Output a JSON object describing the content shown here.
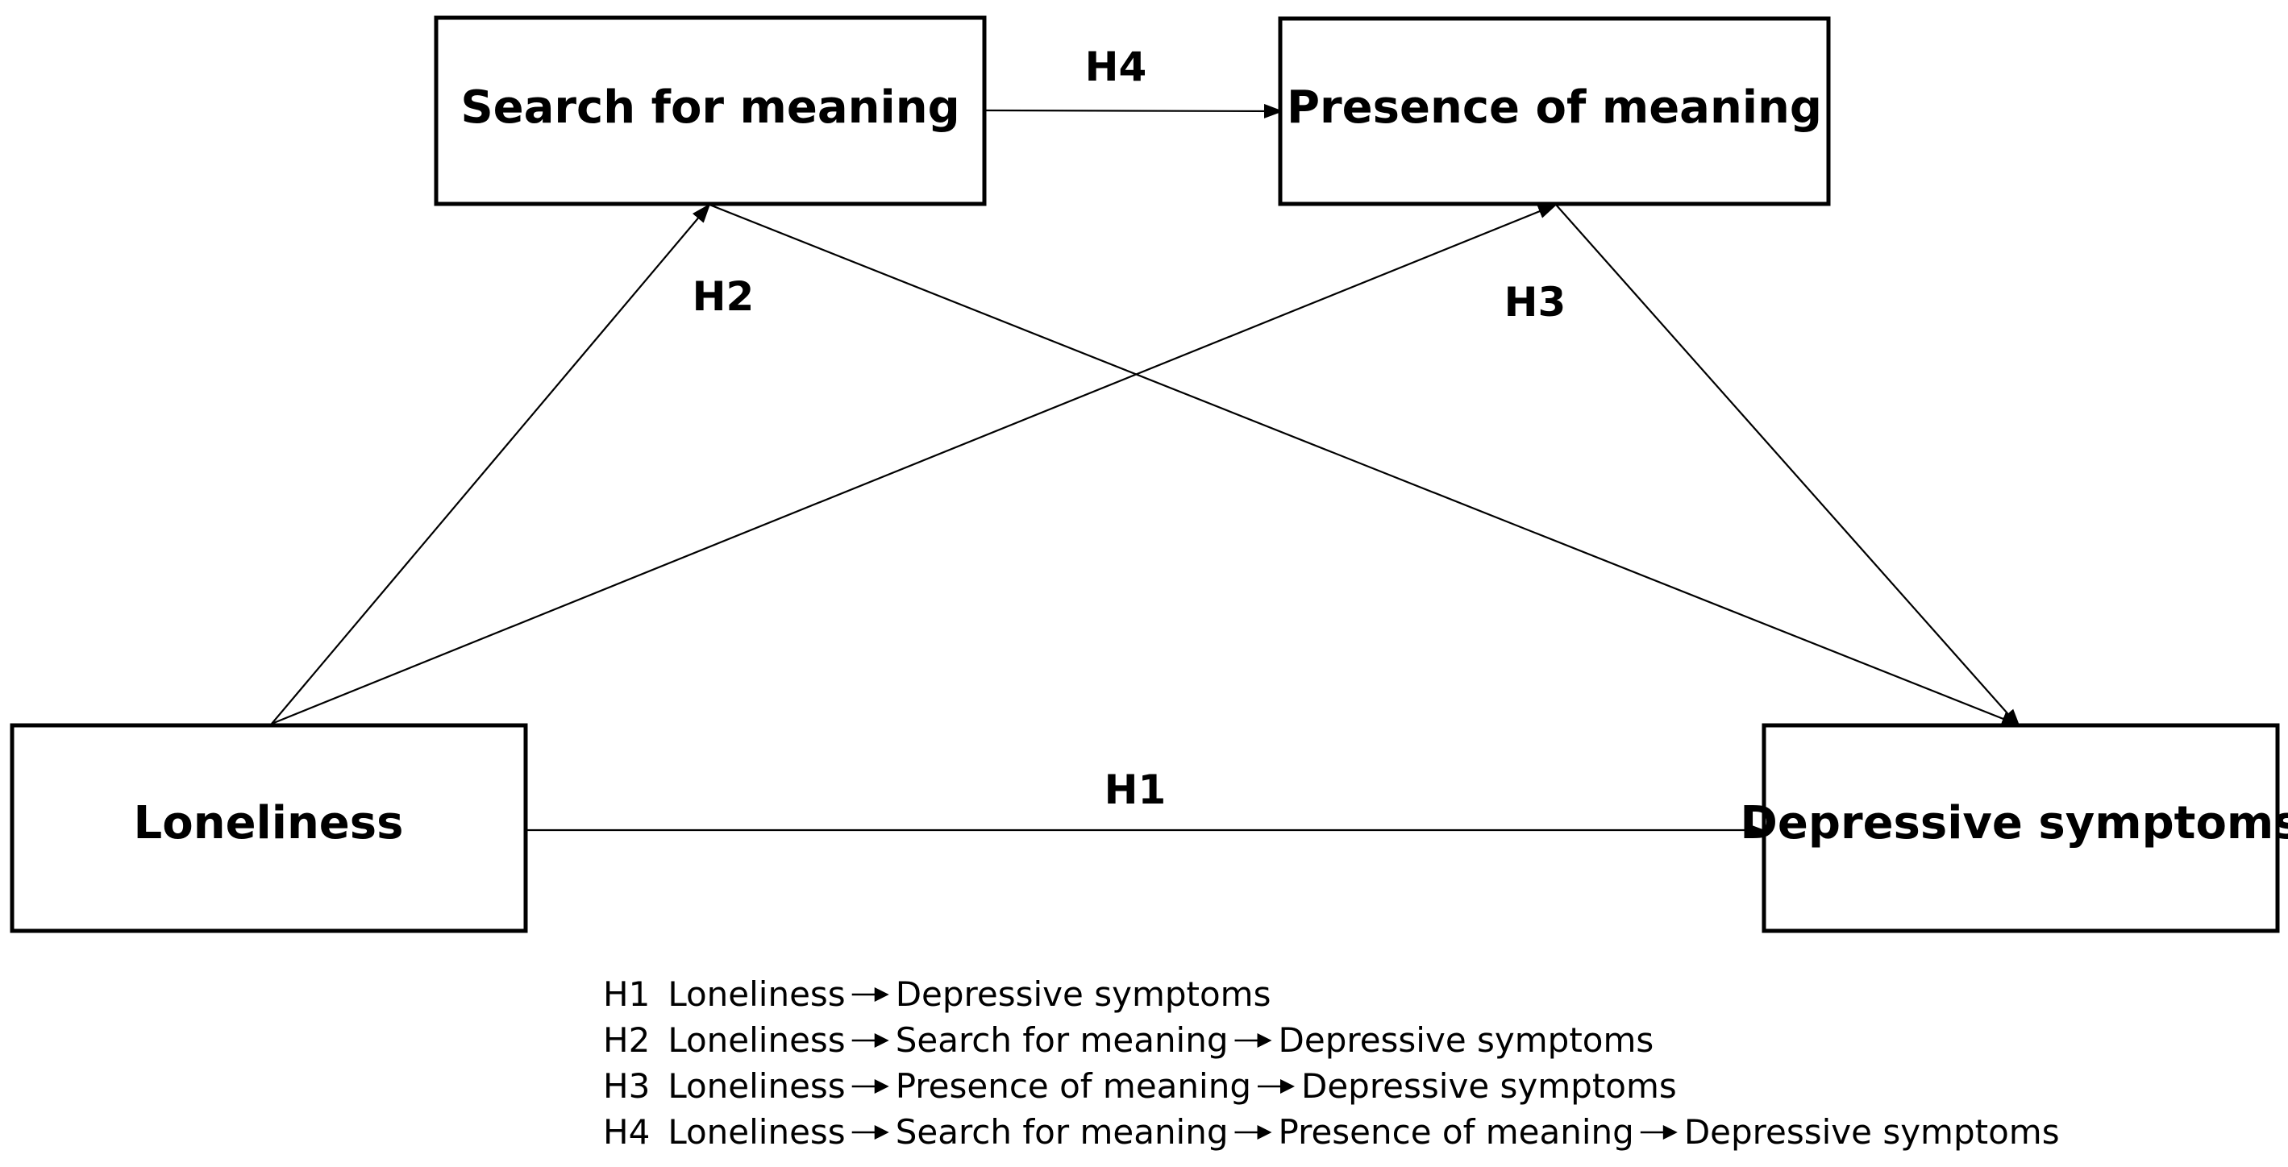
{
  "nodes": {
    "search": "Search for meaning",
    "presence": "Presence of meaning",
    "loneliness": "Loneliness",
    "depressive": "Depressive symptoms"
  },
  "edges": {
    "h1": "H1",
    "h2": "H2",
    "h3": "H3",
    "h4": "H4"
  },
  "legend": [
    {
      "id": "H1",
      "steps": [
        "Loneliness",
        "Depressive symptoms"
      ]
    },
    {
      "id": "H2",
      "steps": [
        "Loneliness",
        "Search for meaning",
        "Depressive symptoms"
      ]
    },
    {
      "id": "H3",
      "steps": [
        "Loneliness",
        "Presence of meaning",
        "Depressive symptoms"
      ]
    },
    {
      "id": "H4",
      "steps": [
        "Loneliness",
        "Search for meaning",
        "Presence of meaning",
        "Depressive symptoms"
      ]
    }
  ],
  "colors": {
    "stroke": "#000000",
    "background": "#ffffff"
  }
}
